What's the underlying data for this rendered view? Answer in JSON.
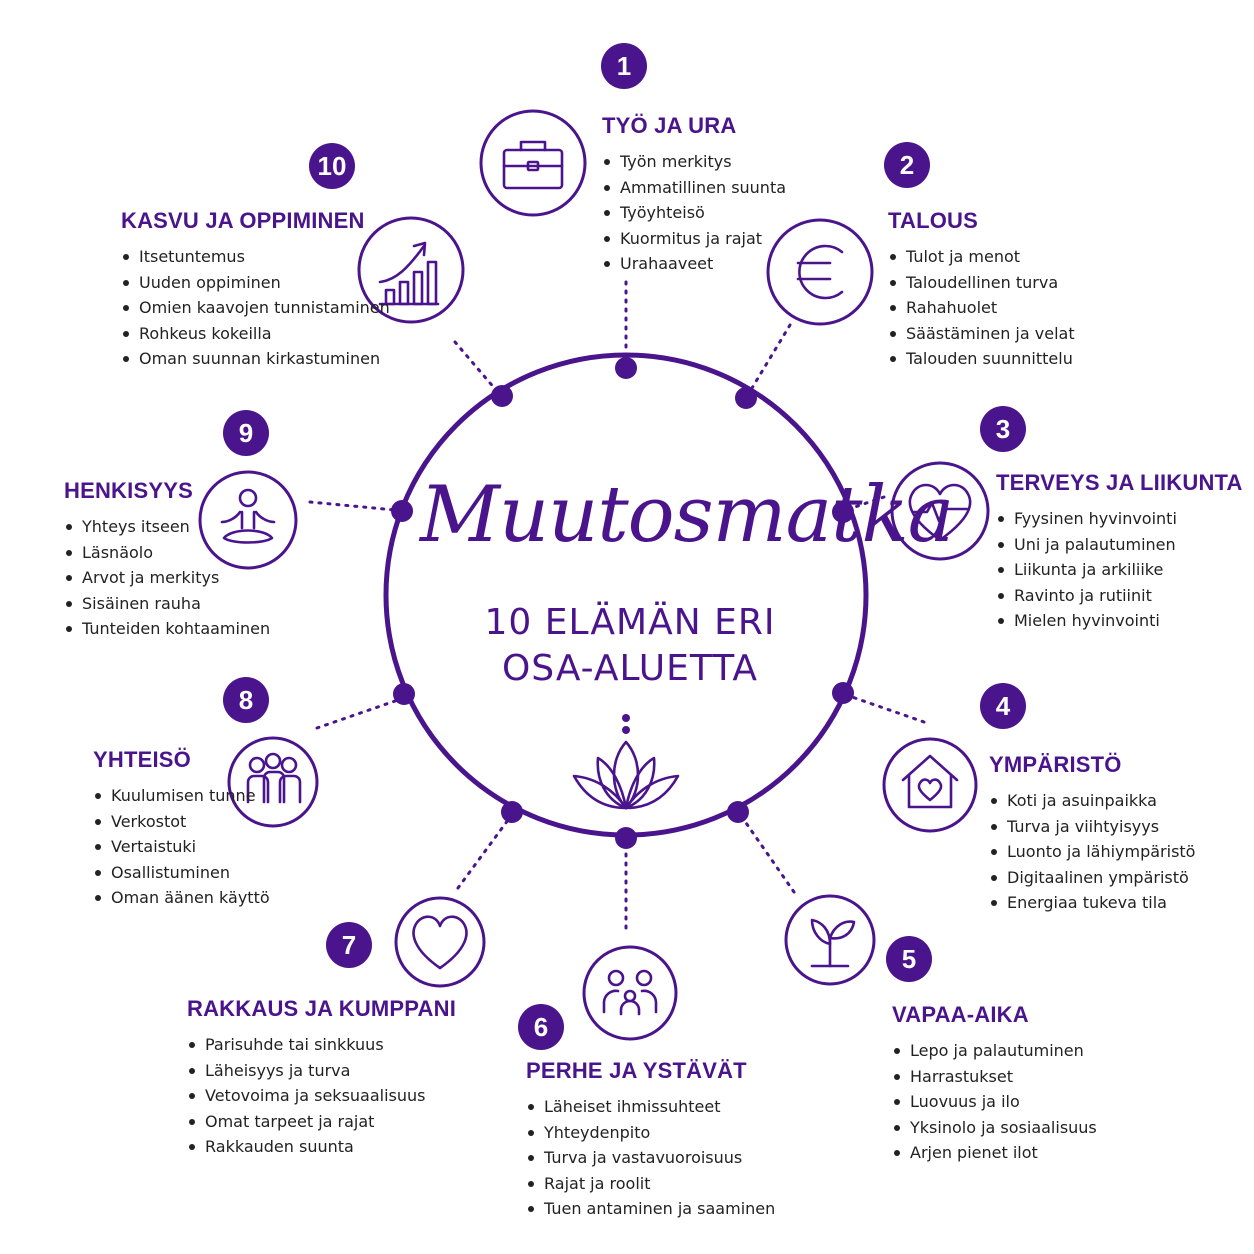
{
  "center": {
    "title": "Muutosmatka",
    "subtitle_line1": "10 ELÄMÄN ERI",
    "subtitle_line2": "OSA-ALUETTA"
  },
  "colors": {
    "accent": "#4a148c",
    "text": "#222222"
  },
  "areas": [
    {
      "number": "1",
      "title": "TYÖ JA URA",
      "icon": "briefcase-icon",
      "items": [
        "Työn merkitys",
        "Ammatillinen suunta",
        "Työyhteisö",
        "Kuormitus ja rajat",
        "Urahaaveet"
      ]
    },
    {
      "number": "2",
      "title": "TALOUS",
      "icon": "euro-icon",
      "items": [
        "Tulot ja menot",
        "Taloudellinen turva",
        "Rahahuolet",
        "Säästäminen ja velat",
        "Talouden suunnittelu"
      ]
    },
    {
      "number": "3",
      "title": "TERVEYS JA LIIKUNTA",
      "icon": "heart-pulse-icon",
      "items": [
        "Fyysinen hyvinvointi",
        "Uni ja palautuminen",
        "Liikunta ja arkiliike",
        "Ravinto ja rutiinit",
        "Mielen hyvinvointi"
      ]
    },
    {
      "number": "4",
      "title": "YMPÄRISTÖ",
      "icon": "home-heart-icon",
      "items": [
        "Koti ja asuinpaikka",
        "Turva ja viihtyisyys",
        "Luonto ja lähiympäristö",
        "Digitaalinen ympäristö",
        "Energiaa tukeva tila"
      ]
    },
    {
      "number": "5",
      "title": "VAPAA-AIKA",
      "icon": "sprout-icon",
      "items": [
        "Lepo ja palautuminen",
        "Harrastukset",
        "Luovuus ja ilo",
        "Yksinolo ja sosiaalisuus",
        "Arjen pienet ilot"
      ]
    },
    {
      "number": "6",
      "title": "PERHE JA YSTÄVÄT",
      "icon": "family-icon",
      "items": [
        "Läheiset ihmissuhteet",
        "Yhteydenpito",
        "Turva ja vastavuoroisuus",
        "Rajat ja roolit",
        "Tuen antaminen ja saaminen"
      ]
    },
    {
      "number": "7",
      "title": "RAKKAUS JA KUMPPANI",
      "icon": "heart-icon",
      "items": [
        "Parisuhde tai sinkkuus",
        "Läheisyys ja turva",
        "Vetovoima ja seksuaalisuus",
        "Omat tarpeet ja rajat",
        "Rakkauden suunta"
      ]
    },
    {
      "number": "8",
      "title": "YHTEISÖ",
      "icon": "community-icon",
      "items": [
        "Kuulumisen tunne",
        "Verkostot",
        "Vertaistuki",
        "Osallistuminen",
        "Oman äänen käyttö"
      ]
    },
    {
      "number": "9",
      "title": "HENKISYYS",
      "icon": "meditation-icon",
      "items": [
        "Yhteys itseen",
        "Läsnäolo",
        "Arvot ja merkitys",
        "Sisäinen rauha",
        "Tunteiden kohtaaminen"
      ]
    },
    {
      "number": "10",
      "title": "KASVU JA OPPIMINEN",
      "icon": "growth-chart-icon",
      "items": [
        "Itsetuntemus",
        "Uuden oppiminen",
        "Omien kaavojen tunnistaminen",
        "Rohkeus kokeilla",
        "Oman suunnan kirkastuminen"
      ]
    }
  ]
}
